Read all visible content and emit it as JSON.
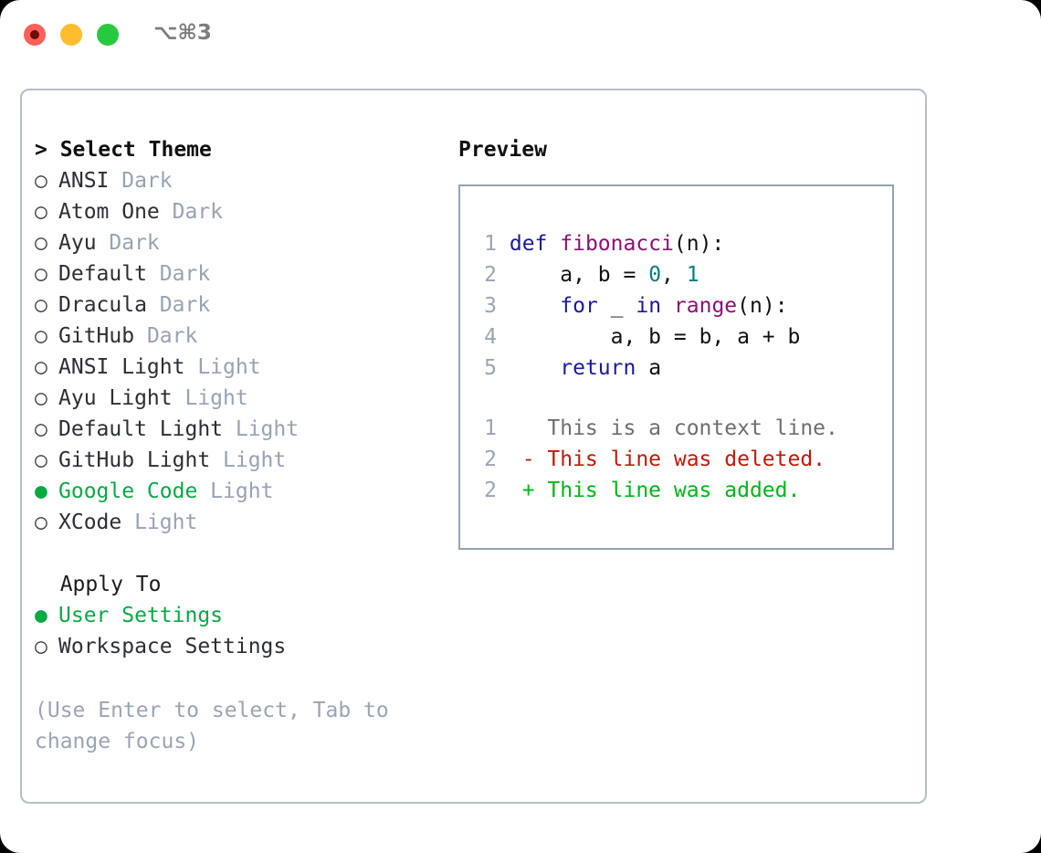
{
  "window": {
    "title": "⌥⌘3",
    "traffic_lights": [
      {
        "name": "close",
        "color": "#ff6058"
      },
      {
        "name": "minimize",
        "color": "#ffbd2e"
      },
      {
        "name": "maximize",
        "color": "#28c841"
      }
    ]
  },
  "theme_section": {
    "header": "> Select Theme",
    "options": [
      {
        "bullet": "○",
        "name": "ANSI",
        "tag": "Dark",
        "selected": false
      },
      {
        "bullet": "○",
        "name": "Atom One",
        "tag": "Dark",
        "selected": false
      },
      {
        "bullet": "○",
        "name": "Ayu",
        "tag": "Dark",
        "selected": false
      },
      {
        "bullet": "○",
        "name": "Default",
        "tag": "Dark",
        "selected": false
      },
      {
        "bullet": "○",
        "name": "Dracula",
        "tag": "Dark",
        "selected": false
      },
      {
        "bullet": "○",
        "name": "GitHub",
        "tag": "Dark",
        "selected": false
      },
      {
        "bullet": "○",
        "name": "ANSI Light",
        "tag": "Light",
        "selected": false
      },
      {
        "bullet": "○",
        "name": "Ayu Light",
        "tag": "Light",
        "selected": false
      },
      {
        "bullet": "○",
        "name": "Default Light",
        "tag": "Light",
        "selected": false
      },
      {
        "bullet": "○",
        "name": "GitHub Light",
        "tag": "Light",
        "selected": false
      },
      {
        "bullet": "●",
        "name": "Google Code",
        "tag": "Light",
        "selected": true
      },
      {
        "bullet": "○",
        "name": "XCode",
        "tag": "Light",
        "selected": false
      }
    ]
  },
  "apply_section": {
    "header": "  Apply To",
    "options": [
      {
        "bullet": "●",
        "name": "User Settings",
        "tag": "",
        "selected": true
      },
      {
        "bullet": "○",
        "name": "Workspace Settings",
        "tag": "",
        "selected": false
      }
    ]
  },
  "hint": "(Use Enter to select, Tab to change focus)",
  "preview": {
    "title": "Preview",
    "code_lines": [
      {
        "n": "1",
        "tokens": [
          {
            "t": "def ",
            "c": "kw"
          },
          {
            "t": "fibonacci",
            "c": "fn"
          },
          {
            "t": "(n):",
            "c": "pl"
          }
        ]
      },
      {
        "n": "2",
        "tokens": [
          {
            "t": "    a, b = ",
            "c": "pl"
          },
          {
            "t": "0",
            "c": "num"
          },
          {
            "t": ", ",
            "c": "pl"
          },
          {
            "t": "1",
            "c": "num"
          }
        ]
      },
      {
        "n": "3",
        "tokens": [
          {
            "t": "    ",
            "c": "pl"
          },
          {
            "t": "for",
            "c": "kw"
          },
          {
            "t": " _ ",
            "c": "pl"
          },
          {
            "t": "in",
            "c": "kw"
          },
          {
            "t": " ",
            "c": "pl"
          },
          {
            "t": "range",
            "c": "fn"
          },
          {
            "t": "(n):",
            "c": "pl"
          }
        ]
      },
      {
        "n": "4",
        "tokens": [
          {
            "t": "        a, b = b, a + b",
            "c": "pl"
          }
        ]
      },
      {
        "n": "5",
        "tokens": [
          {
            "t": "    ",
            "c": "pl"
          },
          {
            "t": "return",
            "c": "kw"
          },
          {
            "t": " a",
            "c": "pl"
          }
        ]
      }
    ],
    "diff_lines": [
      {
        "n": "1",
        "marker": "  ",
        "text": "This is a context line.",
        "kind": "ctx"
      },
      {
        "n": "2",
        "marker": "- ",
        "text": "This line was deleted.",
        "kind": "del"
      },
      {
        "n": "2",
        "marker": "+ ",
        "text": "This line was added.",
        "kind": "add"
      }
    ]
  },
  "colors": {
    "accent_green": "#0aa845",
    "muted_blue_gray": "#97a3b4",
    "border": "#b4bfca",
    "preview_border": "#95a2b3",
    "keyword": "#1a1a9c",
    "function": "#8c1076",
    "number": "#0b7d7d",
    "diff_deleted": "#c21807",
    "diff_added": "#00b517",
    "diff_context": "#6e6e6e"
  }
}
